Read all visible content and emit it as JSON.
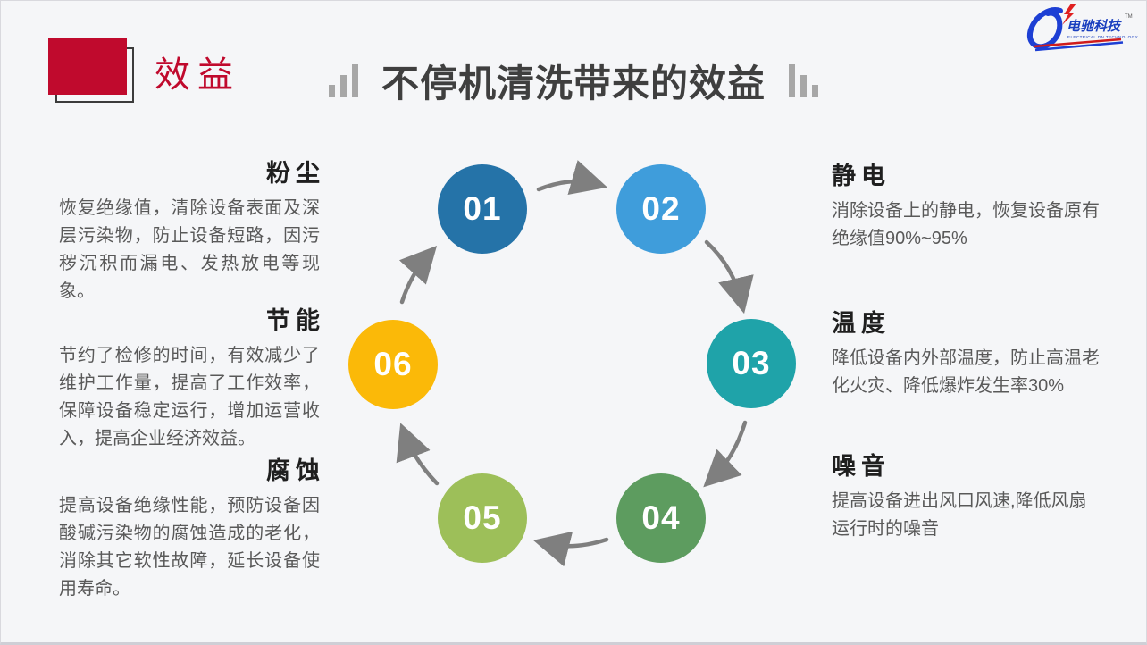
{
  "theme": {
    "background": "#f5f6f8",
    "accent_red": "#c00a2d",
    "title_color": "#3f3f3f",
    "heading_color": "#1f1f1f",
    "body_text_color": "#595959",
    "arrow_color": "#7f7f7f",
    "deco_bar_color": "#a7a7a7"
  },
  "header": {
    "section_label": "效益",
    "title": "不停机清洗带来的效益"
  },
  "logo": {
    "brand": "电驰科技",
    "subtext": "ELECTRICAL DN TECHNOLOGY",
    "trademark": "TM"
  },
  "diagram": {
    "steps": [
      {
        "number": "01",
        "color": "#2573a8"
      },
      {
        "number": "02",
        "color": "#3f9ddb"
      },
      {
        "number": "03",
        "color": "#1fa3a9"
      },
      {
        "number": "04",
        "color": "#5d9c5f"
      },
      {
        "number": "05",
        "color": "#9dbf59"
      },
      {
        "number": "06",
        "color": "#fbb908"
      }
    ]
  },
  "benefits_left": [
    {
      "heading": "粉尘",
      "body": "恢复绝缘值，清除设备表面及深层污染物，防止设备短路，因污秽沉积而漏电、发热放电等现象。"
    },
    {
      "heading": "节能",
      "body": "节约了检修的时间，有效减少了维护工作量，提高了工作效率，保障设备稳定运行，增加运营收入，提高企业经济效益。"
    },
    {
      "heading": "腐蚀",
      "body": "提高设备绝缘性能，预防设备因酸碱污染物的腐蚀造成的老化，消除其它软性故障，延长设备使用寿命。"
    }
  ],
  "benefits_right": [
    {
      "heading": "静电",
      "body": "消除设备上的静电，恢复设备原有绝缘值90%~95%"
    },
    {
      "heading": "温度",
      "body": "降低设备内外部温度，防止高温老化火灾、降低爆炸发生率30%"
    },
    {
      "heading": "噪音",
      "body": "提高设备进出风口风速,降低风扇运行时的噪音"
    }
  ]
}
